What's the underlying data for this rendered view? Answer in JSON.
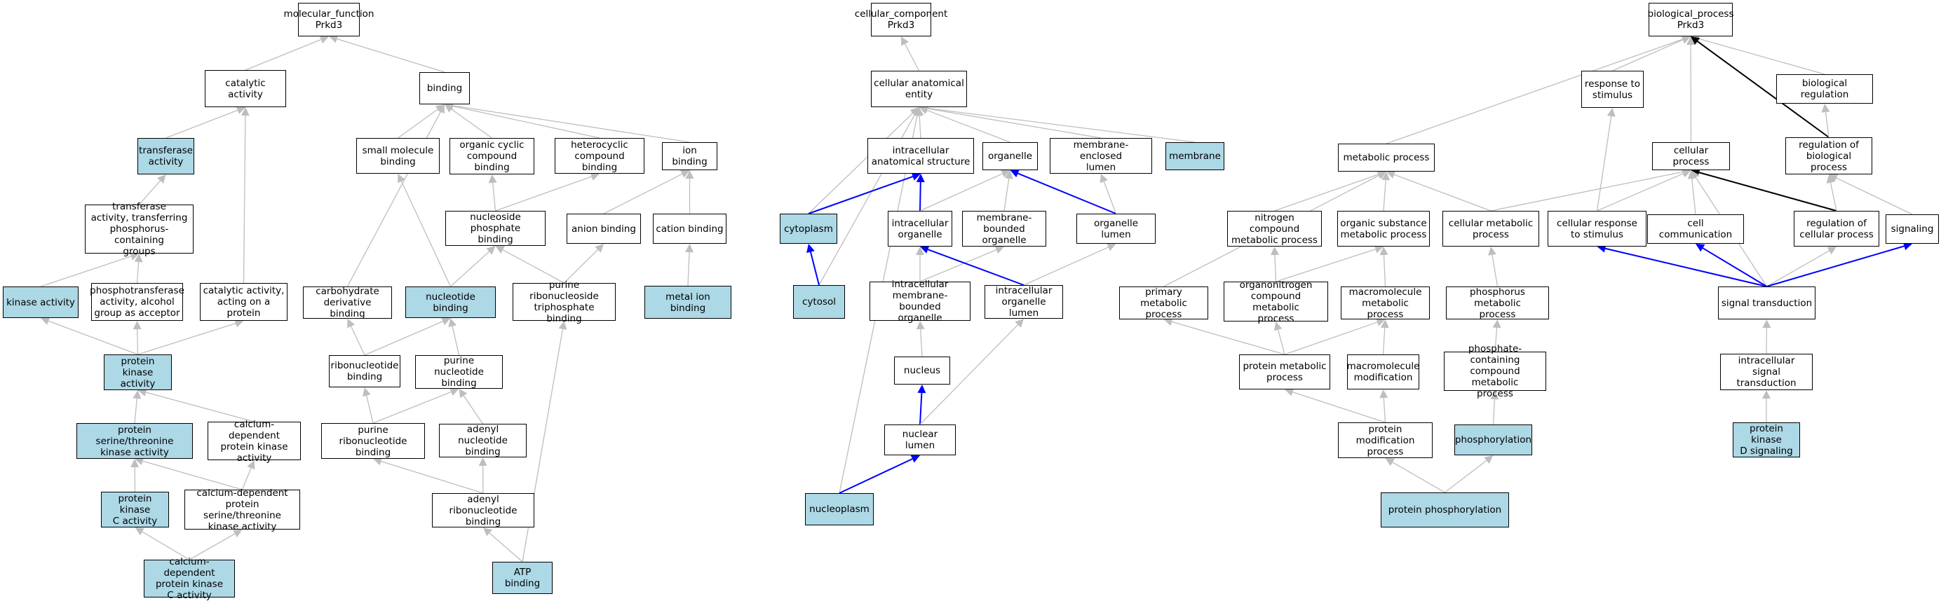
{
  "colors": {
    "highlight_fill": "#add8e6",
    "plain_fill": "#ffffff",
    "edge_grey": "#bebebe",
    "edge_blue": "#0000ff",
    "edge_black": "#000000"
  },
  "nodes": [
    {
      "id": "mf",
      "label": "molecular_function\nPrkd3",
      "hl": false
    },
    {
      "id": "catact",
      "label": "catalytic activity",
      "hl": false
    },
    {
      "id": "binding",
      "label": "binding",
      "hl": false
    },
    {
      "id": "transferase",
      "label": "transferase\nactivity",
      "hl": true
    },
    {
      "id": "smb",
      "label": "small molecule\nbinding",
      "hl": false
    },
    {
      "id": "ocb",
      "label": "organic cyclic\ncompound binding",
      "hl": false
    },
    {
      "id": "hcb",
      "label": "heterocyclic\ncompound binding",
      "hl": false
    },
    {
      "id": "ionb",
      "label": "ion binding",
      "hl": false
    },
    {
      "id": "transphos",
      "label": "transferase\nactivity, transferring\nphosphorus-containing\ngroups",
      "hl": false
    },
    {
      "id": "npb",
      "label": "nucleoside phosphate\nbinding",
      "hl": false
    },
    {
      "id": "anionb",
      "label": "anion binding",
      "hl": false
    },
    {
      "id": "cationb",
      "label": "cation binding",
      "hl": false
    },
    {
      "id": "kinase",
      "label": "kinase activity",
      "hl": true
    },
    {
      "id": "photrans",
      "label": "phosphotransferase\nactivity, alcohol\ngroup as acceptor",
      "hl": false
    },
    {
      "id": "catprot",
      "label": "catalytic activity,\nacting on a\nprotein",
      "hl": false
    },
    {
      "id": "carbb",
      "label": "carbohydrate\nderivative binding",
      "hl": false
    },
    {
      "id": "nucb",
      "label": "nucleotide binding",
      "hl": true
    },
    {
      "id": "prntb",
      "label": "purine ribonucleoside\ntriphosphate\nbinding",
      "hl": false
    },
    {
      "id": "metalb",
      "label": "metal ion binding",
      "hl": true
    },
    {
      "id": "pka",
      "label": "protein kinase\nactivity",
      "hl": true
    },
    {
      "id": "ribob",
      "label": "ribonucleotide\nbinding",
      "hl": false
    },
    {
      "id": "purnb",
      "label": "purine nucleotide\nbinding",
      "hl": false
    },
    {
      "id": "pstk",
      "label": "protein serine/threonine\nkinase activity",
      "hl": true
    },
    {
      "id": "cdpk",
      "label": "calcium-dependent\nprotein kinase\nactivity",
      "hl": false
    },
    {
      "id": "purribob",
      "label": "purine ribonucleotide\nbinding",
      "hl": false
    },
    {
      "id": "adnb",
      "label": "adenyl nucleotide\nbinding",
      "hl": false
    },
    {
      "id": "pkc",
      "label": "protein kinase\nC activity",
      "hl": true
    },
    {
      "id": "cdpstk",
      "label": "calcium-dependent\nprotein serine/threonine\nkinase activity",
      "hl": false
    },
    {
      "id": "adrb",
      "label": "adenyl ribonucleotide\nbinding",
      "hl": false
    },
    {
      "id": "cdpkc",
      "label": "calcium-dependent\nprotein kinase\nC activity",
      "hl": true
    },
    {
      "id": "atpb",
      "label": "ATP binding",
      "hl": true
    },
    {
      "id": "cc",
      "label": "cellular_component\nPrkd3",
      "hl": false
    },
    {
      "id": "cae",
      "label": "cellular anatomical\nentity",
      "hl": false
    },
    {
      "id": "ias",
      "label": "intracellular\nanatomical structure",
      "hl": false
    },
    {
      "id": "organelle",
      "label": "organelle",
      "hl": false
    },
    {
      "id": "mel",
      "label": "membrane-enclosed\nlumen",
      "hl": false
    },
    {
      "id": "membrane",
      "label": "membrane",
      "hl": true
    },
    {
      "id": "cytoplasm",
      "label": "cytoplasm",
      "hl": true
    },
    {
      "id": "io",
      "label": "intracellular\norganelle",
      "hl": false
    },
    {
      "id": "mbo",
      "label": "membrane-bounded\norganelle",
      "hl": false
    },
    {
      "id": "ol",
      "label": "organelle lumen",
      "hl": false
    },
    {
      "id": "cytosol",
      "label": "cytosol",
      "hl": true
    },
    {
      "id": "imbo",
      "label": "intracellular\nmembrane-bounded\norganelle",
      "hl": false
    },
    {
      "id": "iol",
      "label": "intracellular\norganelle lumen",
      "hl": false
    },
    {
      "id": "nucleus",
      "label": "nucleus",
      "hl": false
    },
    {
      "id": "nl",
      "label": "nuclear lumen",
      "hl": false
    },
    {
      "id": "nucleoplasm",
      "label": "nucleoplasm",
      "hl": true
    },
    {
      "id": "bp",
      "label": "biological_process\nPrkd3",
      "hl": false
    },
    {
      "id": "rts",
      "label": "response to\nstimulus",
      "hl": false
    },
    {
      "id": "breg",
      "label": "biological regulation",
      "hl": false
    },
    {
      "id": "mp",
      "label": "metabolic process",
      "hl": false
    },
    {
      "id": "cp",
      "label": "cellular process",
      "hl": false
    },
    {
      "id": "rbp",
      "label": "regulation of\nbiological process",
      "hl": false
    },
    {
      "id": "ncmp",
      "label": "nitrogen compound\nmetabolic process",
      "hl": false
    },
    {
      "id": "osmp",
      "label": "organic substance\nmetabolic process",
      "hl": false
    },
    {
      "id": "cmp",
      "label": "cellular metabolic\nprocess",
      "hl": false
    },
    {
      "id": "crts",
      "label": "cellular response\nto stimulus",
      "hl": false
    },
    {
      "id": "cc2",
      "label": "cell communication",
      "hl": false
    },
    {
      "id": "rcp",
      "label": "regulation of\ncellular process",
      "hl": false
    },
    {
      "id": "signaling",
      "label": "signaling",
      "hl": false
    },
    {
      "id": "pmp",
      "label": "primary metabolic\nprocess",
      "hl": false
    },
    {
      "id": "oncmp",
      "label": "organonitrogen\ncompound metabolic\nprocess",
      "hl": false
    },
    {
      "id": "mmp",
      "label": "macromolecule\nmetabolic process",
      "hl": false
    },
    {
      "id": "phmp",
      "label": "phosphorus metabolic\nprocess",
      "hl": false
    },
    {
      "id": "st",
      "label": "signal transduction",
      "hl": false
    },
    {
      "id": "protmp",
      "label": "protein metabolic\nprocess",
      "hl": false
    },
    {
      "id": "mm",
      "label": "macromolecule\nmodification",
      "hl": false
    },
    {
      "id": "pccmp",
      "label": "phosphate-containing\ncompound metabolic\nprocess",
      "hl": false
    },
    {
      "id": "ist",
      "label": "intracellular\nsignal transduction",
      "hl": false
    },
    {
      "id": "pmodp",
      "label": "protein modification\nprocess",
      "hl": false
    },
    {
      "id": "phosph",
      "label": "phosphorylation",
      "hl": true
    },
    {
      "id": "pkds",
      "label": "protein kinase\nD signaling",
      "hl": true
    },
    {
      "id": "pphos",
      "label": "protein phosphorylation",
      "hl": true
    }
  ],
  "edges": [
    {
      "from": "catact",
      "to": "mf",
      "color": "grey"
    },
    {
      "from": "binding",
      "to": "mf",
      "color": "grey"
    },
    {
      "from": "transferase",
      "to": "catact",
      "color": "grey"
    },
    {
      "from": "catprot",
      "to": "catact",
      "color": "grey"
    },
    {
      "from": "smb",
      "to": "binding",
      "color": "grey"
    },
    {
      "from": "ocb",
      "to": "binding",
      "color": "grey"
    },
    {
      "from": "hcb",
      "to": "binding",
      "color": "grey"
    },
    {
      "from": "ionb",
      "to": "binding",
      "color": "grey"
    },
    {
      "from": "carbb",
      "to": "binding",
      "color": "grey"
    },
    {
      "from": "transphos",
      "to": "transferase",
      "color": "grey"
    },
    {
      "from": "kinase",
      "to": "transphos",
      "color": "grey"
    },
    {
      "from": "photrans",
      "to": "transphos",
      "color": "grey"
    },
    {
      "from": "npb",
      "to": "ocb",
      "color": "grey"
    },
    {
      "from": "npb",
      "to": "hcb",
      "color": "grey"
    },
    {
      "from": "anionb",
      "to": "ionb",
      "color": "grey"
    },
    {
      "from": "cationb",
      "to": "ionb",
      "color": "grey"
    },
    {
      "from": "metalb",
      "to": "cationb",
      "color": "grey"
    },
    {
      "from": "nucb",
      "to": "smb",
      "color": "grey"
    },
    {
      "from": "nucb",
      "to": "npb",
      "color": "grey"
    },
    {
      "from": "prntb",
      "to": "npb",
      "color": "grey"
    },
    {
      "from": "prntb",
      "to": "anionb",
      "color": "grey"
    },
    {
      "from": "pka",
      "to": "kinase",
      "color": "grey"
    },
    {
      "from": "pka",
      "to": "photrans",
      "color": "grey"
    },
    {
      "from": "pka",
      "to": "catprot",
      "color": "grey"
    },
    {
      "from": "ribob",
      "to": "carbb",
      "color": "grey"
    },
    {
      "from": "ribob",
      "to": "nucb",
      "color": "grey"
    },
    {
      "from": "purnb",
      "to": "nucb",
      "color": "grey"
    },
    {
      "from": "pstk",
      "to": "pka",
      "color": "grey"
    },
    {
      "from": "cdpk",
      "to": "pka",
      "color": "grey"
    },
    {
      "from": "purribob",
      "to": "ribob",
      "color": "grey"
    },
    {
      "from": "purribob",
      "to": "purnb",
      "color": "grey"
    },
    {
      "from": "adnb",
      "to": "purnb",
      "color": "grey"
    },
    {
      "from": "pkc",
      "to": "pstk",
      "color": "grey"
    },
    {
      "from": "cdpstk",
      "to": "pstk",
      "color": "grey"
    },
    {
      "from": "cdpstk",
      "to": "cdpk",
      "color": "grey"
    },
    {
      "from": "adrb",
      "to": "purribob",
      "color": "grey"
    },
    {
      "from": "adrb",
      "to": "adnb",
      "color": "grey"
    },
    {
      "from": "cdpkc",
      "to": "pkc",
      "color": "grey"
    },
    {
      "from": "cdpkc",
      "to": "cdpstk",
      "color": "grey"
    },
    {
      "from": "atpb",
      "to": "adrb",
      "color": "grey"
    },
    {
      "from": "atpb",
      "to": "prntb",
      "color": "grey"
    },
    {
      "from": "cae",
      "to": "cc",
      "color": "grey"
    },
    {
      "from": "ias",
      "to": "cae",
      "color": "grey"
    },
    {
      "from": "organelle",
      "to": "cae",
      "color": "grey"
    },
    {
      "from": "mel",
      "to": "cae",
      "color": "grey"
    },
    {
      "from": "membrane",
      "to": "cae",
      "color": "grey"
    },
    {
      "from": "cytoplasm",
      "to": "cae",
      "color": "grey"
    },
    {
      "from": "cytosol",
      "to": "cae",
      "color": "grey"
    },
    {
      "from": "nucleoplasm",
      "to": "cae",
      "color": "grey"
    },
    {
      "from": "cytoplasm",
      "to": "ias",
      "color": "blue"
    },
    {
      "from": "io",
      "to": "ias",
      "color": "blue"
    },
    {
      "from": "io",
      "to": "organelle",
      "color": "grey"
    },
    {
      "from": "mbo",
      "to": "organelle",
      "color": "grey"
    },
    {
      "from": "ol",
      "to": "organelle",
      "color": "blue"
    },
    {
      "from": "ol",
      "to": "mel",
      "color": "grey"
    },
    {
      "from": "cytosol",
      "to": "cytoplasm",
      "color": "blue"
    },
    {
      "from": "imbo",
      "to": "io",
      "color": "grey"
    },
    {
      "from": "imbo",
      "to": "mbo",
      "color": "grey"
    },
    {
      "from": "iol",
      "to": "io",
      "color": "blue"
    },
    {
      "from": "iol",
      "to": "ol",
      "color": "grey"
    },
    {
      "from": "nucleus",
      "to": "imbo",
      "color": "grey"
    },
    {
      "from": "nl",
      "to": "nucleus",
      "color": "blue"
    },
    {
      "from": "nl",
      "to": "iol",
      "color": "grey"
    },
    {
      "from": "nucleoplasm",
      "to": "nl",
      "color": "blue"
    },
    {
      "from": "mp",
      "to": "bp",
      "color": "grey"
    },
    {
      "from": "rts",
      "to": "bp",
      "color": "grey"
    },
    {
      "from": "cp",
      "to": "bp",
      "color": "grey"
    },
    {
      "from": "breg",
      "to": "bp",
      "color": "grey"
    },
    {
      "from": "rbp",
      "to": "bp",
      "color": "black"
    },
    {
      "from": "rbp",
      "to": "breg",
      "color": "grey"
    },
    {
      "from": "crts",
      "to": "rts",
      "color": "grey"
    },
    {
      "from": "ncmp",
      "to": "mp",
      "color": "grey"
    },
    {
      "from": "osmp",
      "to": "mp",
      "color": "grey"
    },
    {
      "from": "cmp",
      "to": "mp",
      "color": "grey"
    },
    {
      "from": "pmp",
      "to": "mp",
      "color": "grey"
    },
    {
      "from": "cmp",
      "to": "cp",
      "color": "grey"
    },
    {
      "from": "crts",
      "to": "cp",
      "color": "grey"
    },
    {
      "from": "cc2",
      "to": "cp",
      "color": "grey"
    },
    {
      "from": "rcp",
      "to": "cp",
      "color": "black"
    },
    {
      "from": "st",
      "to": "cp",
      "color": "grey"
    },
    {
      "from": "rcp",
      "to": "rbp",
      "color": "grey"
    },
    {
      "from": "signaling",
      "to": "rbp",
      "color": "grey"
    },
    {
      "from": "oncmp",
      "to": "ncmp",
      "color": "grey"
    },
    {
      "from": "oncmp",
      "to": "osmp",
      "color": "grey"
    },
    {
      "from": "mmp",
      "to": "osmp",
      "color": "grey"
    },
    {
      "from": "phmp",
      "to": "cmp",
      "color": "grey"
    },
    {
      "from": "st",
      "to": "crts",
      "color": "blue"
    },
    {
      "from": "st",
      "to": "cc2",
      "color": "blue"
    },
    {
      "from": "st",
      "to": "rcp",
      "color": "grey"
    },
    {
      "from": "st",
      "to": "signaling",
      "color": "blue"
    },
    {
      "from": "protmp",
      "to": "pmp",
      "color": "grey"
    },
    {
      "from": "protmp",
      "to": "oncmp",
      "color": "grey"
    },
    {
      "from": "protmp",
      "to": "mmp",
      "color": "grey"
    },
    {
      "from": "mm",
      "to": "mmp",
      "color": "grey"
    },
    {
      "from": "pccmp",
      "to": "phmp",
      "color": "grey"
    },
    {
      "from": "ist",
      "to": "st",
      "color": "grey"
    },
    {
      "from": "pmodp",
      "to": "protmp",
      "color": "grey"
    },
    {
      "from": "pmodp",
      "to": "mm",
      "color": "grey"
    },
    {
      "from": "phosph",
      "to": "pccmp",
      "color": "grey"
    },
    {
      "from": "pkds",
      "to": "ist",
      "color": "grey"
    },
    {
      "from": "pphos",
      "to": "pmodp",
      "color": "grey"
    },
    {
      "from": "pphos",
      "to": "phosph",
      "color": "grey"
    }
  ]
}
